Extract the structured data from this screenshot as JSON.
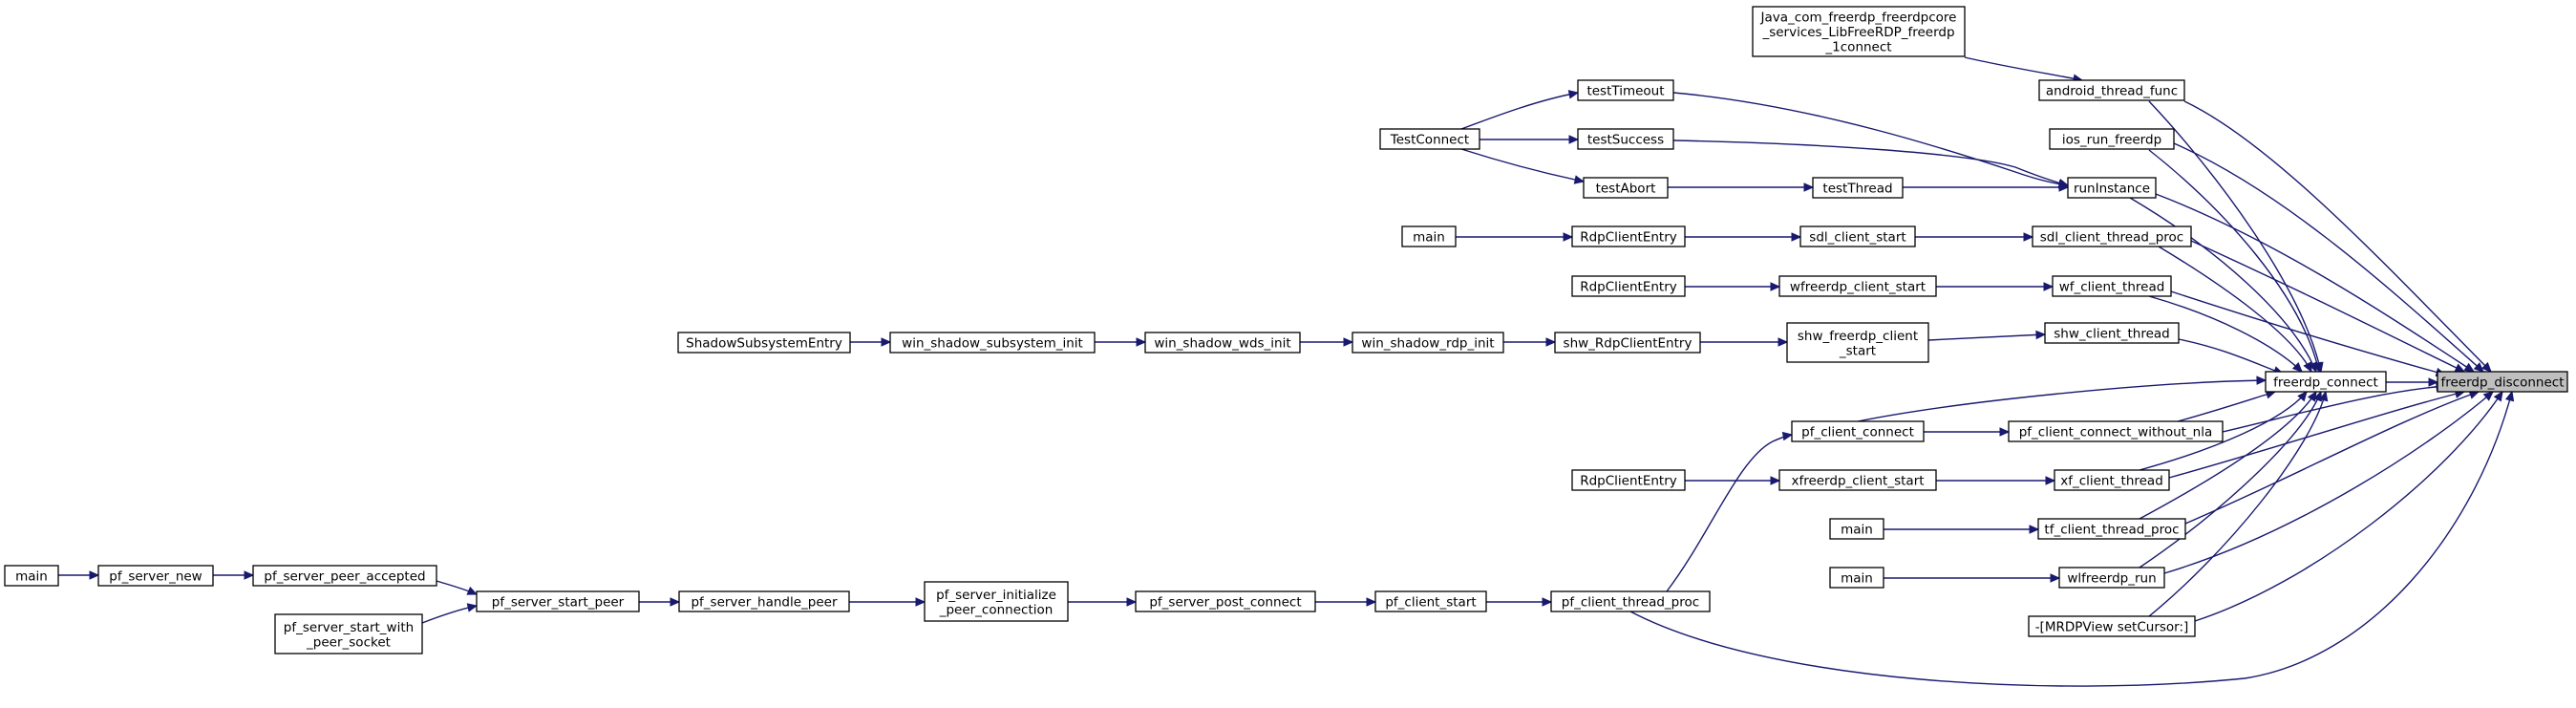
{
  "graph": {
    "title": "",
    "colors": {
      "edge": "#191970",
      "node_border": "#000000",
      "root_fill": "#bfbfbf",
      "node_fill": "#ffffff"
    },
    "nodes": {
      "freerdp_disconnect": {
        "lines": [
          "freerdp_disconnect"
        ],
        "root": true
      },
      "freerdp_connect": {
        "lines": [
          "freerdp_connect"
        ]
      },
      "java_connect": {
        "lines": [
          "Java_com_freerdp_freerdpcore",
          "_services_LibFreeRDP_freerdp",
          "_1connect"
        ]
      },
      "android_thread_func": {
        "lines": [
          "android_thread_func"
        ]
      },
      "ios_run_freerdp": {
        "lines": [
          "ios_run_freerdp"
        ]
      },
      "runInstance": {
        "lines": [
          "runInstance"
        ]
      },
      "testTimeout": {
        "lines": [
          "testTimeout"
        ]
      },
      "testSuccess": {
        "lines": [
          "testSuccess"
        ]
      },
      "testAbort": {
        "lines": [
          "testAbort"
        ]
      },
      "TestConnect": {
        "lines": [
          "TestConnect"
        ]
      },
      "testThread": {
        "lines": [
          "testThread"
        ]
      },
      "main_sdl": {
        "lines": [
          "main"
        ]
      },
      "RdpClientEntry_sdl": {
        "lines": [
          "RdpClientEntry"
        ]
      },
      "sdl_client_start": {
        "lines": [
          "sdl_client_start"
        ]
      },
      "sdl_client_thread_proc": {
        "lines": [
          "sdl_client_thread_proc"
        ]
      },
      "RdpClientEntry_wf": {
        "lines": [
          "RdpClientEntry"
        ]
      },
      "wfreerdp_client_start": {
        "lines": [
          "wfreerdp_client_start"
        ]
      },
      "wf_client_thread": {
        "lines": [
          "wf_client_thread"
        ]
      },
      "ShadowSubsystemEntry": {
        "lines": [
          "ShadowSubsystemEntry"
        ]
      },
      "win_shadow_subsystem_init": {
        "lines": [
          "win_shadow_subsystem_init"
        ]
      },
      "win_shadow_wds_init": {
        "lines": [
          "win_shadow_wds_init"
        ]
      },
      "win_shadow_rdp_init": {
        "lines": [
          "win_shadow_rdp_init"
        ]
      },
      "shw_RdpClientEntry": {
        "lines": [
          "shw_RdpClientEntry"
        ]
      },
      "shw_freerdp_client_start": {
        "lines": [
          "shw_freerdp_client",
          "_start"
        ]
      },
      "shw_client_thread": {
        "lines": [
          "shw_client_thread"
        ]
      },
      "pf_client_connect": {
        "lines": [
          "pf_client_connect"
        ]
      },
      "pf_client_connect_without_nla": {
        "lines": [
          "pf_client_connect_without_nla"
        ]
      },
      "RdpClientEntry_xf": {
        "lines": [
          "RdpClientEntry"
        ]
      },
      "xfreerdp_client_start": {
        "lines": [
          "xfreerdp_client_start"
        ]
      },
      "xf_client_thread": {
        "lines": [
          "xf_client_thread"
        ]
      },
      "main_tf": {
        "lines": [
          "main"
        ]
      },
      "tf_client_thread_proc": {
        "lines": [
          "tf_client_thread_proc"
        ]
      },
      "main_wl": {
        "lines": [
          "main"
        ]
      },
      "wlfreerdp_run": {
        "lines": [
          "wlfreerdp_run"
        ]
      },
      "mrdpview_setcursor": {
        "lines": [
          "-[MRDPView setCursor:]"
        ]
      },
      "main_pf": {
        "lines": [
          "main"
        ]
      },
      "pf_server_new": {
        "lines": [
          "pf_server_new"
        ]
      },
      "pf_server_peer_accepted": {
        "lines": [
          "pf_server_peer_accepted"
        ]
      },
      "pf_server_start_with_peer_socket": {
        "lines": [
          "pf_server_start_with",
          "_peer_socket"
        ]
      },
      "pf_server_start_peer": {
        "lines": [
          "pf_server_start_peer"
        ]
      },
      "pf_server_handle_peer": {
        "lines": [
          "pf_server_handle_peer"
        ]
      },
      "pf_server_initialize_peer_connection": {
        "lines": [
          "pf_server_initialize",
          "_peer_connection"
        ]
      },
      "pf_server_post_connect": {
        "lines": [
          "pf_server_post_connect"
        ]
      },
      "pf_client_start": {
        "lines": [
          "pf_client_start"
        ]
      },
      "pf_client_thread_proc": {
        "lines": [
          "pf_client_thread_proc"
        ]
      }
    },
    "edges": [
      [
        "freerdp_connect",
        "freerdp_disconnect"
      ],
      [
        "android_thread_func",
        "freerdp_disconnect"
      ],
      [
        "ios_run_freerdp",
        "freerdp_disconnect"
      ],
      [
        "runInstance",
        "freerdp_disconnect"
      ],
      [
        "sdl_client_thread_proc",
        "freerdp_disconnect"
      ],
      [
        "wf_client_thread",
        "freerdp_disconnect"
      ],
      [
        "pf_client_connect_without_nla",
        "freerdp_disconnect"
      ],
      [
        "xf_client_thread",
        "freerdp_disconnect"
      ],
      [
        "tf_client_thread_proc",
        "freerdp_disconnect"
      ],
      [
        "wlfreerdp_run",
        "freerdp_disconnect"
      ],
      [
        "mrdpview_setcursor",
        "freerdp_disconnect"
      ],
      [
        "pf_client_thread_proc",
        "freerdp_disconnect"
      ],
      [
        "android_thread_func",
        "freerdp_connect"
      ],
      [
        "ios_run_freerdp",
        "freerdp_connect"
      ],
      [
        "runInstance",
        "freerdp_connect"
      ],
      [
        "sdl_client_thread_proc",
        "freerdp_connect"
      ],
      [
        "wf_client_thread",
        "freerdp_connect"
      ],
      [
        "shw_client_thread",
        "freerdp_connect"
      ],
      [
        "pf_client_connect",
        "freerdp_connect"
      ],
      [
        "pf_client_connect_without_nla",
        "freerdp_connect"
      ],
      [
        "xf_client_thread",
        "freerdp_connect"
      ],
      [
        "tf_client_thread_proc",
        "freerdp_connect"
      ],
      [
        "wlfreerdp_run",
        "freerdp_connect"
      ],
      [
        "mrdpview_setcursor",
        "freerdp_connect"
      ],
      [
        "java_connect",
        "android_thread_func"
      ],
      [
        "testTimeout",
        "runInstance"
      ],
      [
        "testSuccess",
        "runInstance"
      ],
      [
        "testThread",
        "runInstance"
      ],
      [
        "TestConnect",
        "testTimeout"
      ],
      [
        "TestConnect",
        "testSuccess"
      ],
      [
        "TestConnect",
        "testAbort"
      ],
      [
        "testAbort",
        "testThread"
      ],
      [
        "main_sdl",
        "RdpClientEntry_sdl"
      ],
      [
        "RdpClientEntry_sdl",
        "sdl_client_start"
      ],
      [
        "sdl_client_start",
        "sdl_client_thread_proc"
      ],
      [
        "RdpClientEntry_wf",
        "wfreerdp_client_start"
      ],
      [
        "wfreerdp_client_start",
        "wf_client_thread"
      ],
      [
        "ShadowSubsystemEntry",
        "win_shadow_subsystem_init"
      ],
      [
        "win_shadow_subsystem_init",
        "win_shadow_wds_init"
      ],
      [
        "win_shadow_wds_init",
        "win_shadow_rdp_init"
      ],
      [
        "win_shadow_rdp_init",
        "shw_RdpClientEntry"
      ],
      [
        "shw_RdpClientEntry",
        "shw_freerdp_client_start"
      ],
      [
        "shw_freerdp_client_start",
        "shw_client_thread"
      ],
      [
        "pf_client_connect",
        "pf_client_connect_without_nla"
      ],
      [
        "pf_client_thread_proc",
        "pf_client_connect"
      ],
      [
        "RdpClientEntry_xf",
        "xfreerdp_client_start"
      ],
      [
        "xfreerdp_client_start",
        "xf_client_thread"
      ],
      [
        "main_tf",
        "tf_client_thread_proc"
      ],
      [
        "main_wl",
        "wlfreerdp_run"
      ],
      [
        "main_pf",
        "pf_server_new"
      ],
      [
        "pf_server_new",
        "pf_server_peer_accepted"
      ],
      [
        "pf_server_peer_accepted",
        "pf_server_start_peer"
      ],
      [
        "pf_server_start_with_peer_socket",
        "pf_server_start_peer"
      ],
      [
        "pf_server_start_peer",
        "pf_server_handle_peer"
      ],
      [
        "pf_server_handle_peer",
        "pf_server_initialize_peer_connection"
      ],
      [
        "pf_server_initialize_peer_connection",
        "pf_server_post_connect"
      ],
      [
        "pf_server_post_connect",
        "pf_client_start"
      ],
      [
        "pf_client_start",
        "pf_client_thread_proc"
      ]
    ]
  }
}
